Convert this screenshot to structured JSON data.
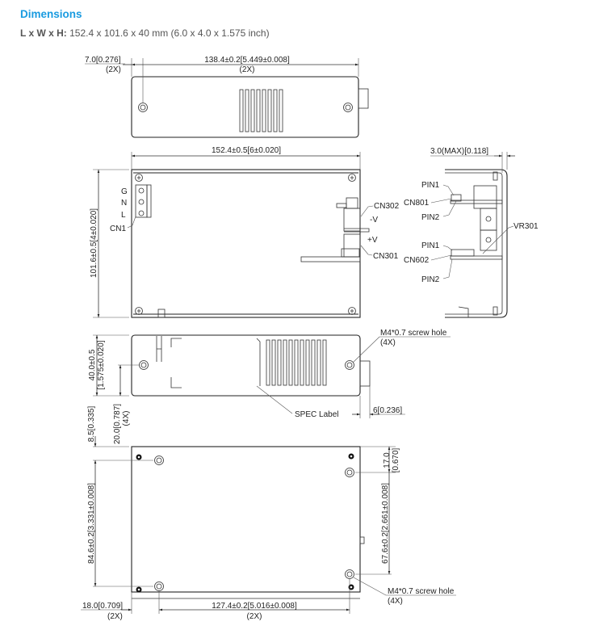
{
  "header": {
    "title": "Dimensions",
    "spec_label": "L x W x H:",
    "spec_value": " 152.4 x 101.6 x 40 mm (6.0 x 4.0 x 1.575 inch)"
  },
  "top_side_view": {
    "dim_left": "7.0[0.276]",
    "dim_left_qty": "(2X)",
    "dim_span": "138.4±0.2[5.449±0.008]",
    "dim_span_qty": "(2X)"
  },
  "top_view": {
    "dim_length": "152.4±0.5[6±0.020]",
    "dim_width": "101.6±0.5[4±0.020]",
    "terminal_labels": [
      "G",
      "N",
      "L"
    ],
    "cn1": "CN1",
    "cn302": "CN302",
    "minus_v": "-V",
    "plus_v": "+V",
    "cn301": "CN301"
  },
  "end_view": {
    "dim_max": "3.0(MAX)[0.118]",
    "pin1_a": "PIN1",
    "cn801": "CN801",
    "pin2_a": "PIN2",
    "vr301": "VR301",
    "pin1_b": "PIN1",
    "cn602": "CN602",
    "pin2_b": "PIN2"
  },
  "front_view": {
    "dim_height": "40.0±0.5",
    "dim_height_in": "[1.575±0.020]",
    "dim_hole": "20.0[0.787]",
    "dim_hole_qty": "(4X)",
    "screw_hole": "M4*0.7 screw hole",
    "screw_hole_qty": "(4X)",
    "spec_label": "SPEC Label",
    "dim_tab": "6[0.236]"
  },
  "bottom_view": {
    "dim_offset": "8.5[0.335]",
    "dim_left_span": "84.6±0.2[3.331±0.008]",
    "dim_right_top": "17.0",
    "dim_right_top_in": "[0.670]",
    "dim_right_span": "67.6±0.2[2.661±0.008]",
    "screw_hole": "M4*0.7 screw hole",
    "screw_hole_qty": "(4X)",
    "dim_bottom_left": "18.0[0.709]",
    "dim_bottom_left_qty": "(2X)",
    "dim_bottom_span": "127.4±0.2[5.016±0.008]",
    "dim_bottom_span_qty": "(2X)"
  }
}
